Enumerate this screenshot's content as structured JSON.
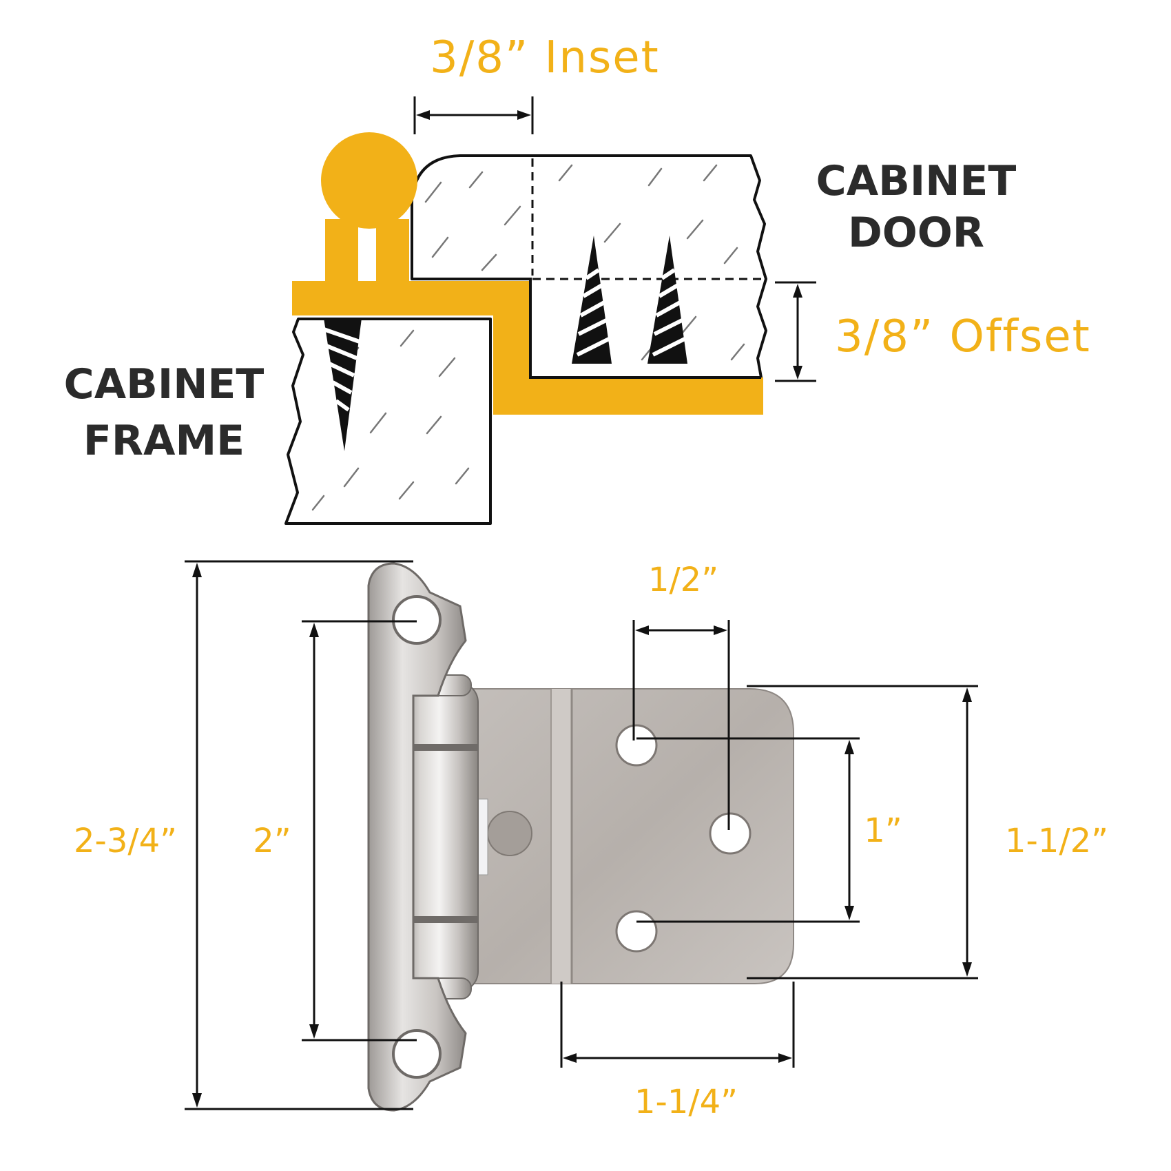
{
  "labels": {
    "inset": "3/8”  Inset",
    "offset": "3/8”  Offset",
    "door_line1": "CABINET",
    "door_line2": "DOOR",
    "frame_line1": "CABINET",
    "frame_line2": "FRAME"
  },
  "dimensions": {
    "overall_height": "2-3/4”",
    "mount_hole_spacing": "2”",
    "door_hole_horizontal": "1/2”",
    "door_hole_vertical": "1”",
    "leaf_height": "1-1/2”",
    "leaf_width": "1-1/4”"
  },
  "colors": {
    "accent": "#f2b118",
    "text_dark": "#2b2b2b",
    "line": "#111111",
    "metal": "#b9b3ad"
  }
}
